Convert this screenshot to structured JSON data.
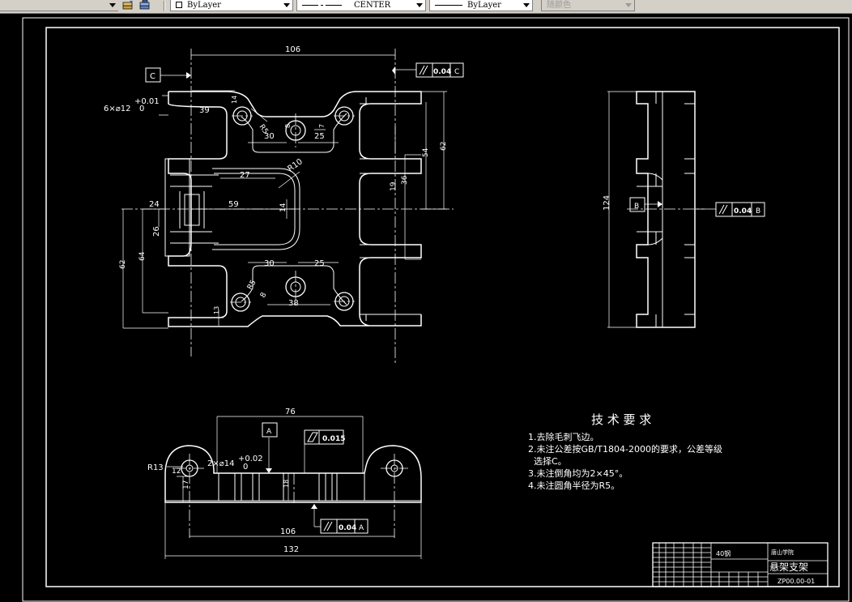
{
  "toolbar": {
    "layer_color_label": "ByLayer",
    "linetype_label": "CENTER",
    "lineweight_label": "ByLayer",
    "plotstyle_label": "随颜色"
  },
  "icons": {
    "dropdown": "chevron-down-icon",
    "layer_states": "layer-stack-icon",
    "layer_previous": "layer-previous-icon",
    "color_swatch": "color-swatch-icon"
  },
  "colors": {
    "background": "#000000",
    "lines": "#ffffff",
    "toolbar": "#d4d0c8"
  },
  "top_view": {
    "dim_106": "106",
    "dim_39": "39",
    "dim_30_top": "30",
    "dim_25_top": "25",
    "dim_27": "27",
    "dim_R10": "R10",
    "dim_24": "24",
    "dim_59": "59",
    "dim_14": "14",
    "dim_26": "26",
    "dim_62_left": "62",
    "dim_64": "64",
    "dim_30_bottom": "30",
    "dim_25_bottom": "25",
    "dim_38": "38",
    "dim_R5": "R5",
    "dim_8": "8",
    "dim_13": "13",
    "dim_R5_top": "R5",
    "dim_14_top": "14",
    "dim_7": "7",
    "dim_8_top": "8",
    "dim_54": "54",
    "dim_62_right": "62",
    "dim_36": "36",
    "dim_19": "19",
    "hole_spec": "6×⌀12",
    "hole_tol_upper": "+0.01",
    "hole_tol_lower": "0",
    "datum_c": "C",
    "parallel_tol": "0.04",
    "parallel_datum": "C"
  },
  "side_view": {
    "dim_124": "124",
    "datum_b": "B",
    "parallel_tol": "0.04",
    "parallel_datum": "B"
  },
  "front_view": {
    "dim_76": "76",
    "datum_a": "A",
    "flat_tol": "0.015",
    "dim_R13": "R13",
    "dim_12": "12",
    "hole_spec": "2×⌀14",
    "hole_tol_upper": "+0.02",
    "hole_tol_lower": "0",
    "dim_17": "17",
    "dim_18": "18",
    "dim_106": "106",
    "dim_132": "132",
    "parallel_tol": "0.04",
    "parallel_datum": "A"
  },
  "tech_requirements": {
    "title": "技 术 要 求",
    "items": [
      "1.去除毛刺飞边。",
      "2.未注公差按GB/T1804-2000的要求，公差等级",
      "  选择C。",
      "3.未注倒角均为2×45°。",
      "4.未注圆角半径为R5。"
    ]
  },
  "title_block": {
    "material": "40钢",
    "school": "唐山学院",
    "part_name": "悬架支架",
    "drawing_number": "ZP00.00-01"
  }
}
